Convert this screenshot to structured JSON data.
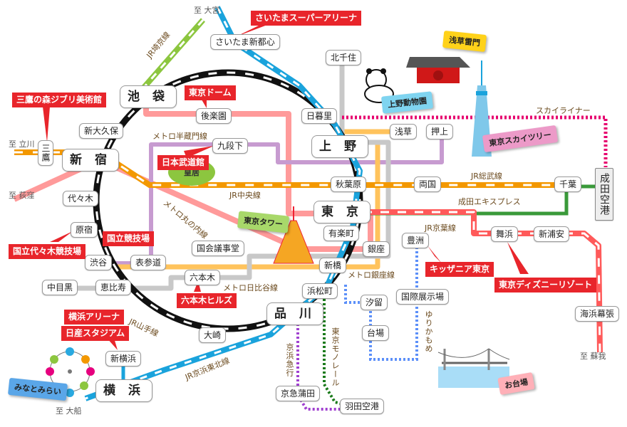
{
  "title": "Tokyo area railway map",
  "colors": {
    "yamanote": "#111111",
    "keihin_tohoku": "#1aa3dc",
    "saikyo": "#8cc63f",
    "chuo_sobu": "#f39800",
    "keiyo": "#ff5a5a",
    "narita_express": "#3a9a3a",
    "skyliner": "#e6006e",
    "marunouchi": "#ff8f8f",
    "hanzomon": "#c79bd0",
    "ginza": "#ffc35c",
    "hibiya": "#bbbbbb",
    "yurikamome": "#5b8ff9",
    "monorail": "#1a7a1a",
    "keikyu": "#a040d0",
    "spot_red": "#e8252b"
  },
  "stations": {
    "ikebukuro": "池 袋",
    "shinjuku": "新 宿",
    "ueno": "上 野",
    "tokyo": "東 京",
    "shinagawa": "品 川",
    "yokohama": "横 浜",
    "saitama_shintoshin": "さいたま新都心",
    "kitasenju": "北千住",
    "nippori": "日暮里",
    "asakusa": "浅草",
    "oshiage": "押上",
    "korakuen": "後楽園",
    "kudanshita": "九段下",
    "shin_okubo": "新大久保",
    "mitaka": "三鷹",
    "yoyogi": "代々木",
    "harajuku": "原宿",
    "shibuya": "渋谷",
    "omotesando": "表参道",
    "naka_meguro": "中目黒",
    "ebisu": "恵比寿",
    "roppongi": "六本木",
    "kokkai_gijidomae": "国会議事堂",
    "akihabara": "秋葉原",
    "yurakucho": "有楽町",
    "ginza": "銀座",
    "shimbashi": "新橋",
    "hamamatsucho": "浜松町",
    "shiodome": "汐留",
    "daiba": "台場",
    "toyosu": "豊洲",
    "kokusai_tenjijo": "国際展示場",
    "ryogoku": "両国",
    "chiba": "千葉",
    "narita_airport": "成田空港",
    "maihama": "舞浜",
    "shin_urayasu": "新浦安",
    "kaihin_makuhari": "海浜幕張",
    "osaki": "大崎",
    "shin_yokohama": "新横浜",
    "keikyu_kamata": "京急蒲田",
    "haneda_airport": "羽田空港"
  },
  "line_labels": {
    "saikyo": "JR埼京線",
    "hanzomon": "メトロ半蔵門線",
    "chuo": "JR中央線",
    "marunouchi": "メトロ丸の内線",
    "sobu": "JR総武線",
    "narita_express": "成田エキスプレス",
    "skyliner": "スカイライナー",
    "keiyo": "JR京葉線",
    "ginza": "メトロ銀座線",
    "hibiya": "メトロ日比谷線",
    "yamanote": "JR山手線",
    "keihin_tohoku": "JR京浜東北線",
    "keikyu": "京浜急行",
    "monorail": "東京モノレール",
    "yurikamome": "ゆりかもめ"
  },
  "destinations": {
    "omiya": "至 大宮",
    "tachikawa": "至 立川",
    "ogikubo": "至 荻窪",
    "ofuna": "至 大船",
    "soga": "至 蘇我"
  },
  "spots": {
    "saitama_super_arena": "さいたまスーパーアリーナ",
    "ghibli_museum": "三鷹の森ジブリ美術館",
    "tokyo_dome": "東京ドーム",
    "budokan": "日本武道館",
    "national_stadium": "国立競技場",
    "yoyogi_stadium": "国立代々木競技場",
    "roppongi_hills": "六本木ヒルズ",
    "kidzania": "キッザニア東京",
    "disney_resort": "東京ディズニーリゾート",
    "yokohama_arena": "横浜アリーナ",
    "nissan_stadium": "日産スタジアム"
  },
  "landmarks": {
    "kaminarimon": "浅草雷門",
    "ueno_zoo": "上野動物園",
    "skytree": "東京スカイツリー",
    "tokyo_tower": "東京タワー",
    "odaiba": "お台場",
    "minatomirai": "みなとみらい",
    "imperial_palace": "皇居"
  }
}
